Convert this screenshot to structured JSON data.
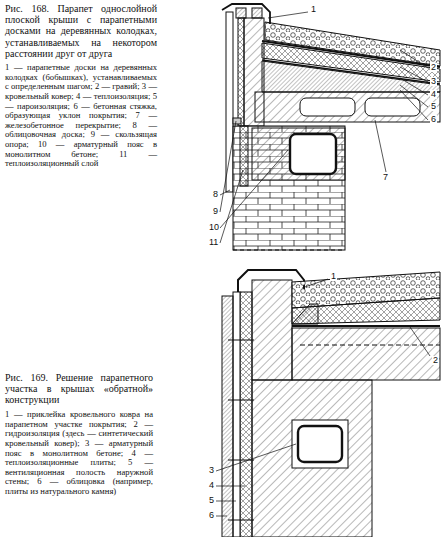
{
  "diagram": {
    "labels": [
      "Рис. 168. Парапет однослойной плоской крыши с парапетными досками на деревянных колодках, устанавливаемых на некотором расстоянии друг от друга",
      "1 — парапетные доски на деревянных колодках (бобышках), устанавливаемых с определенным шагом; 2 — гравий; 3 — кровельный ковер; 4 — теплоизоляция; 5 — пароизоляция; 6 — бетонная стяжка, образующая уклон покрытия; 7 — железобетонное перекрытие; 8 — облицовочная доска; 9 — скользящая опора; 10 — арматурный пояс в монолитном бетоне; 11 — теплоизоляционный слой",
      "1",
      "2",
      "3",
      "4",
      "5",
      "6",
      "7",
      "8",
      "9",
      "10",
      "11",
      "Рис. 169. Решение парапетного участка в крышах «обратной» конструкции",
      "1 — приклейка кровельного ковра на парапетном участке покрытия; 2 — гидроизоляция (здесь — синтетический кровельный ковер); 3 — арматурный пояс в монолитном бетоне; 4 — теплоизоляционные плиты; 5 — вентиляционная полость наружной стены; 6 — облицовка (например, плиты из натурального камня)",
      "1",
      "2",
      "3",
      "4",
      "5",
      "6"
    ]
  }
}
